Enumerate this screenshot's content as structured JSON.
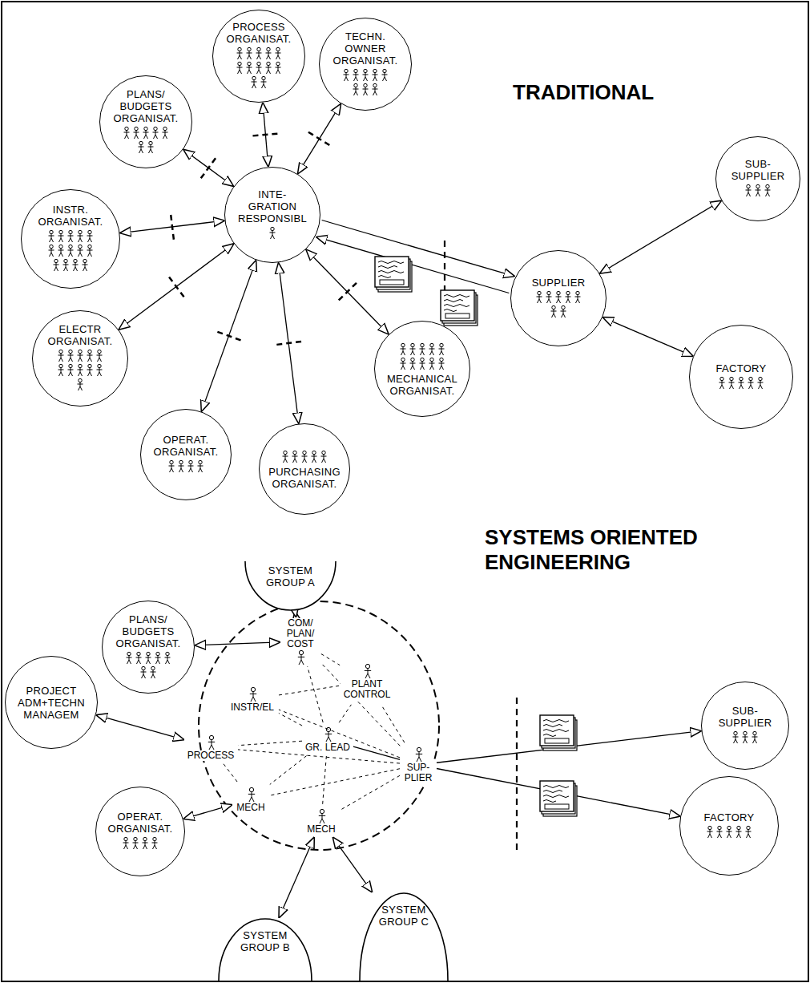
{
  "diagram": {
    "nodes": [
      {
        "text": [
          "PLANS/ BUDGETS ORGANISAT."
        ]
      },
      {
        "text": [
          "PROCESS ORGANISAT."
        ]
      },
      {
        "text": [
          "TECHN. OWNER ORGANISAT."
        ]
      },
      {
        "text": [
          "INSTR. ORGANISAT."
        ]
      },
      {
        "text": [
          "INTE- GRATION RESPONSIBL"
        ]
      },
      {
        "text": [
          "ELECTR ORGANISAT."
        ]
      },
      {
        "text": [
          "OPERAT. ORGANISAT."
        ]
      },
      {
        "text": [
          "PURCHASING ORGANISAT."
        ]
      },
      {
        "text": [
          "MECHANICAL ORGANISAT."
        ]
      },
      {
        "text": [
          "SUPPLIER"
        ]
      },
      {
        "text": [
          "SUB- SUPPLIER"
        ]
      },
      {
        "text": [
          "FACTORY"
        ]
      },
      {
        "text": [
          "SYSTEM GROUP A"
        ]
      },
      {
        "text": [
          "PLANS/ BUDGETS ORGANISAT."
        ]
      },
      {
        "text": [
          "PROJECT ADM+TECHN MANAGEM"
        ]
      },
      {
        "text": [
          "OPERAT. ORGANISAT."
        ]
      },
      {
        "text": [
          "SYSTEM GROUP B"
        ]
      },
      {
        "text": [
          "SYSTEM GROUP C"
        ]
      },
      {
        "text": [
          "SUB- SUPPLIER"
        ]
      },
      {
        "text": [
          "FACTORY"
        ]
      },
      {
        "text": [
          "COM/ PLAN/ COST"
        ]
      },
      {
        "text": [
          "PLANT CONTROL"
        ]
      },
      {
        "text": [
          "INSTR/EL"
        ]
      },
      {
        "text": [
          "PROCESS"
        ]
      },
      {
        "text": [
          "GR. LEAD"
        ]
      },
      {
        "text": [
          "SUP- PLIER"
        ]
      },
      {
        "text": [
          "MECH"
        ]
      },
      {
        "text": [
          "MECH"
        ]
      }
    ],
    "edges": [
      {
        "from": 0,
        "to": 4,
        "arrow": "both"
      },
      {
        "from": 1,
        "to": 4,
        "arrow": "both"
      },
      {
        "from": 2,
        "to": 4,
        "arrow": "both"
      },
      {
        "from": 3,
        "to": 4,
        "arrow": "both"
      },
      {
        "from": 5,
        "to": 4,
        "arrow": "both"
      },
      {
        "from": 6,
        "to": 4,
        "arrow": "both"
      },
      {
        "from": 7,
        "to": 4,
        "arrow": "both"
      },
      {
        "from": 8,
        "to": 4,
        "arrow": "both"
      },
      {
        "from": 4,
        "to": 9,
        "arrow": "to"
      },
      {
        "from": 9,
        "to": 4,
        "arrow": "to"
      },
      {
        "from": 9,
        "to": 10,
        "arrow": "both"
      },
      {
        "from": 9,
        "to": 11,
        "arrow": "both"
      },
      {
        "from": 12,
        "to": 20,
        "arrow": "both"
      },
      {
        "from": 13,
        "to": 20,
        "arrow": "both"
      },
      {
        "from": 14,
        "to": 23,
        "arrow": "both"
      },
      {
        "from": 15,
        "to": 26,
        "arrow": "both"
      },
      {
        "from": 27,
        "to": 16,
        "arrow": "both"
      },
      {
        "from": 27,
        "to": 17,
        "arrow": "both"
      },
      {
        "from": 25,
        "to": 18,
        "arrow": "to"
      },
      {
        "from": 25,
        "to": 19,
        "arrow": "to"
      },
      {
        "from": 24,
        "to": 25,
        "arrow": "none"
      },
      {
        "from": 24,
        "to": 20,
        "arrow": "none"
      },
      {
        "from": 24,
        "to": 21,
        "arrow": "none"
      },
      {
        "from": 24,
        "to": 22,
        "arrow": "none"
      },
      {
        "from": 24,
        "to": 23,
        "arrow": "none"
      },
      {
        "from": 24,
        "to": 26,
        "arrow": "none"
      },
      {
        "from": 24,
        "to": 27,
        "arrow": "none"
      },
      {
        "from": 25,
        "to": 20,
        "arrow": "none"
      },
      {
        "from": 25,
        "to": 21,
        "arrow": "none"
      },
      {
        "from": 25,
        "to": 22,
        "arrow": "none"
      },
      {
        "from": 25,
        "to": 23,
        "arrow": "none"
      },
      {
        "from": 25,
        "to": 26,
        "arrow": "none"
      },
      {
        "from": 25,
        "to": 27,
        "arrow": "none"
      },
      {
        "from": 20,
        "to": 21,
        "arrow": "none"
      },
      {
        "from": 22,
        "to": 21,
        "arrow": "none"
      },
      {
        "from": 23,
        "to": 26,
        "arrow": "none"
      }
    ],
    "labels": [
      "TRADITIONAL",
      "SYSTEMS ORIENTED ENGINEERING"
    ]
  }
}
